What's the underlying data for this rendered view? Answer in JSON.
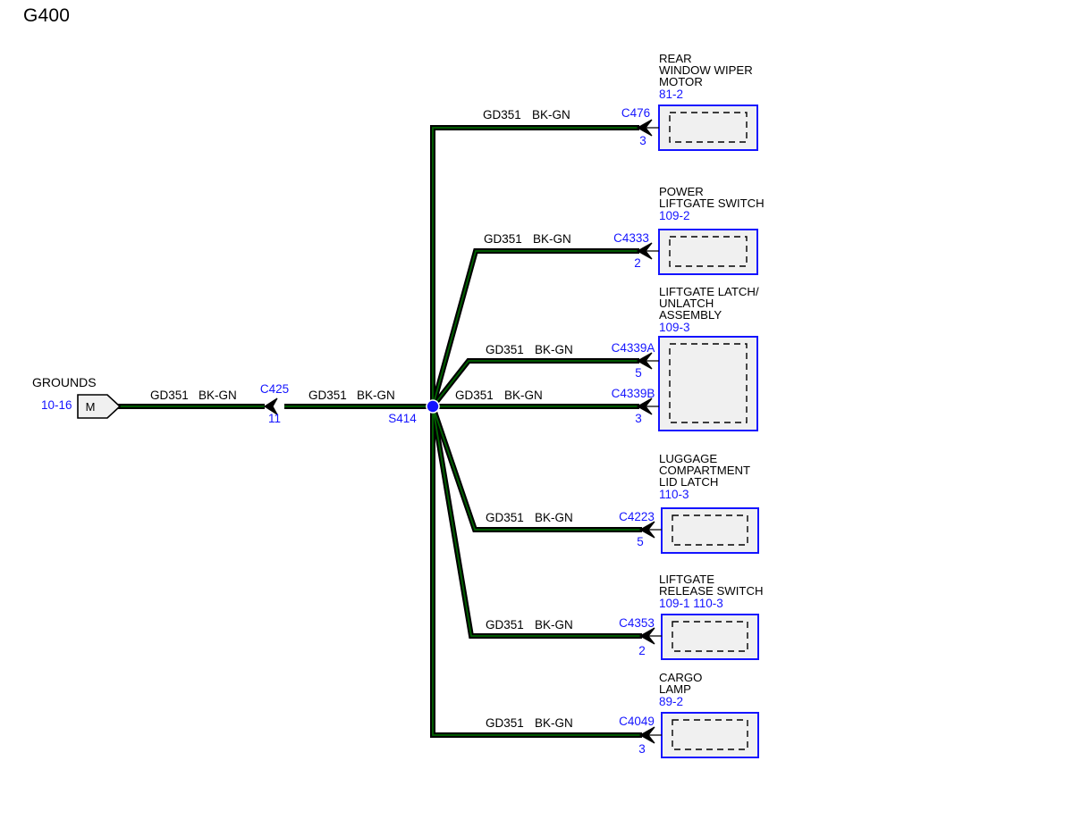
{
  "page": {
    "title": "G400",
    "colors": {
      "wire_sheath": "#000000",
      "wire_core": "#006400",
      "connector_label": "#1414ff",
      "component_border": "#1414ff",
      "component_fill": "#f0f0f0",
      "splice_dot": "#1414ff",
      "text": "#000000"
    }
  },
  "ground": {
    "label": "GROUNDS",
    "reference": "10-16",
    "symbol_text": "M",
    "symbol_name": "ground-pentagon"
  },
  "splice": {
    "id": "S414"
  },
  "inline_connector": {
    "id": "C425",
    "pin": "11",
    "wire_left": {
      "circuit": "GD351",
      "color_code": "BK-GN"
    },
    "wire_right": {
      "circuit": "GD351",
      "color_code": "BK-GN"
    }
  },
  "branches": [
    {
      "component": "REAR WINDOW WIPER MOTOR",
      "component_lines": [
        "REAR",
        "WINDOW WIPER",
        "MOTOR"
      ],
      "reference": "81-2",
      "connector": "C476",
      "pin": "3",
      "circuit": "GD351",
      "color_code": "BK-GN"
    },
    {
      "component": "POWER LIFTGATE SWITCH",
      "component_lines": [
        "POWER",
        "LIFTGATE SWITCH"
      ],
      "reference": "109-2",
      "connector": "C4333",
      "pin": "2",
      "circuit": "GD351",
      "color_code": "BK-GN"
    },
    {
      "component": "LIFTGATE LATCH/ UNLATCH ASSEMBLY",
      "component_lines": [
        "LIFTGATE LATCH/",
        "UNLATCH",
        "ASSEMBLY"
      ],
      "reference": "109-3",
      "connector": "C4339A",
      "pin": "5",
      "circuit": "GD351",
      "color_code": "BK-GN"
    },
    {
      "component": "LIFTGATE LATCH/ UNLATCH ASSEMBLY",
      "component_lines": [],
      "reference": "",
      "connector": "C4339B",
      "pin": "3",
      "circuit": "GD351",
      "color_code": "BK-GN"
    },
    {
      "component": "LUGGAGE COMPARTMENT LID LATCH",
      "component_lines": [
        "LUGGAGE",
        "COMPARTMENT",
        "LID LATCH"
      ],
      "reference": "110-3",
      "connector": "C4223",
      "pin": "5",
      "circuit": "GD351",
      "color_code": "BK-GN"
    },
    {
      "component": "LIFTGATE RELEASE SWITCH",
      "component_lines": [
        "LIFTGATE",
        "RELEASE SWITCH"
      ],
      "reference": "109-1 110-3",
      "connector": "C4353",
      "pin": "2",
      "circuit": "GD351",
      "color_code": "BK-GN"
    },
    {
      "component": "CARGO LAMP",
      "component_lines": [
        "CARGO",
        "LAMP"
      ],
      "reference": "89-2",
      "connector": "C4049",
      "pin": "3",
      "circuit": "GD351",
      "color_code": "BK-GN"
    }
  ],
  "labels": {
    "wire_1_circuit": "GD351",
    "wire_1_color": "BK-GN",
    "wire_2_circuit": "GD351",
    "wire_2_color": "BK-GN",
    "wire_3_circuit": "GD351",
    "wire_3_color": "BK-GN",
    "wire_4_circuit": "GD351",
    "wire_4_color": "BK-GN",
    "wire_5_circuit": "GD351",
    "wire_5_color": "BK-GN",
    "wire_6_circuit": "GD351",
    "wire_6_color": "BK-GN",
    "wire_7_circuit": "GD351",
    "wire_7_color": "BK-GN",
    "wire_8_circuit": "GD351",
    "wire_8_color": "BK-GN",
    "wire_9_circuit": "GD351",
    "wire_9_color": "BK-GN"
  }
}
